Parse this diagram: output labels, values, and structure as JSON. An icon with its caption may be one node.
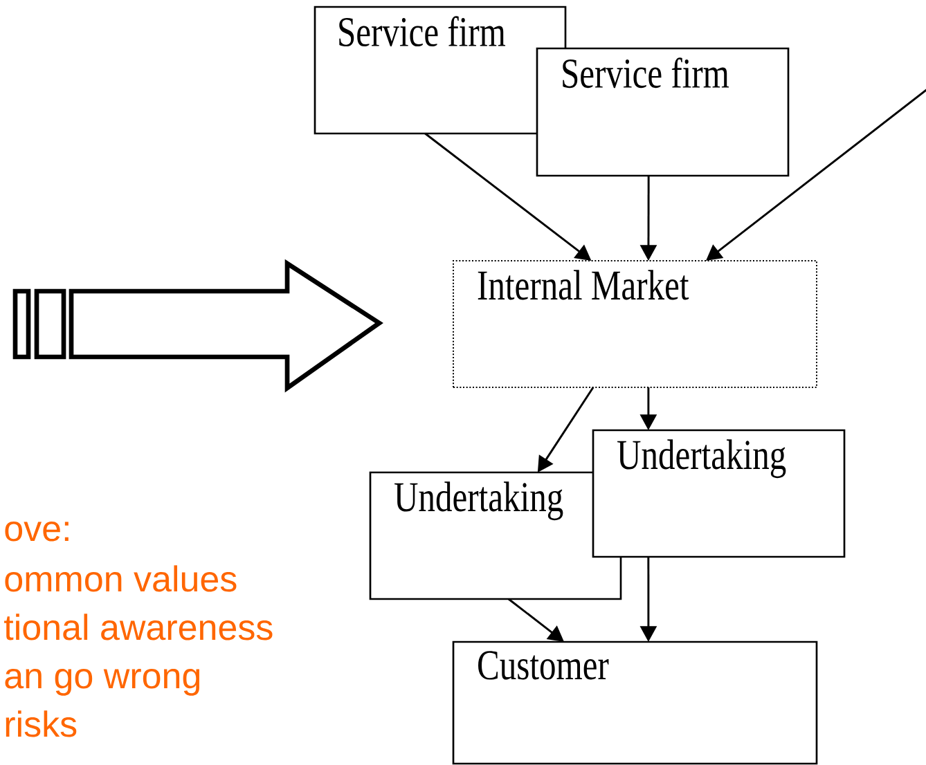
{
  "diagram": {
    "nodes": [
      {
        "text": [
          "Service firm"
        ]
      },
      {
        "text": [
          "Service firm"
        ]
      },
      {
        "text": [
          "Internal Market"
        ]
      },
      {
        "text": [
          "Undertaking"
        ]
      },
      {
        "text": [
          "Undertaking"
        ]
      },
      {
        "text": [
          "Customer"
        ]
      }
    ],
    "edges": [
      {
        "from": 0,
        "to": 2,
        "arrow": "to"
      },
      {
        "from": 1,
        "to": 2,
        "arrow": "to"
      },
      {
        "from": null,
        "to": 2,
        "arrow": "to"
      },
      {
        "from": 2,
        "to": 3,
        "arrow": "to"
      },
      {
        "from": 2,
        "to": 4,
        "arrow": "to"
      },
      {
        "from": 3,
        "to": 5,
        "arrow": "to"
      },
      {
        "from": 4,
        "to": 5,
        "arrow": "to"
      }
    ],
    "labels": [
      "ove:",
      "ommon values",
      "tional awareness",
      "an go wrong",
      "risks"
    ]
  }
}
